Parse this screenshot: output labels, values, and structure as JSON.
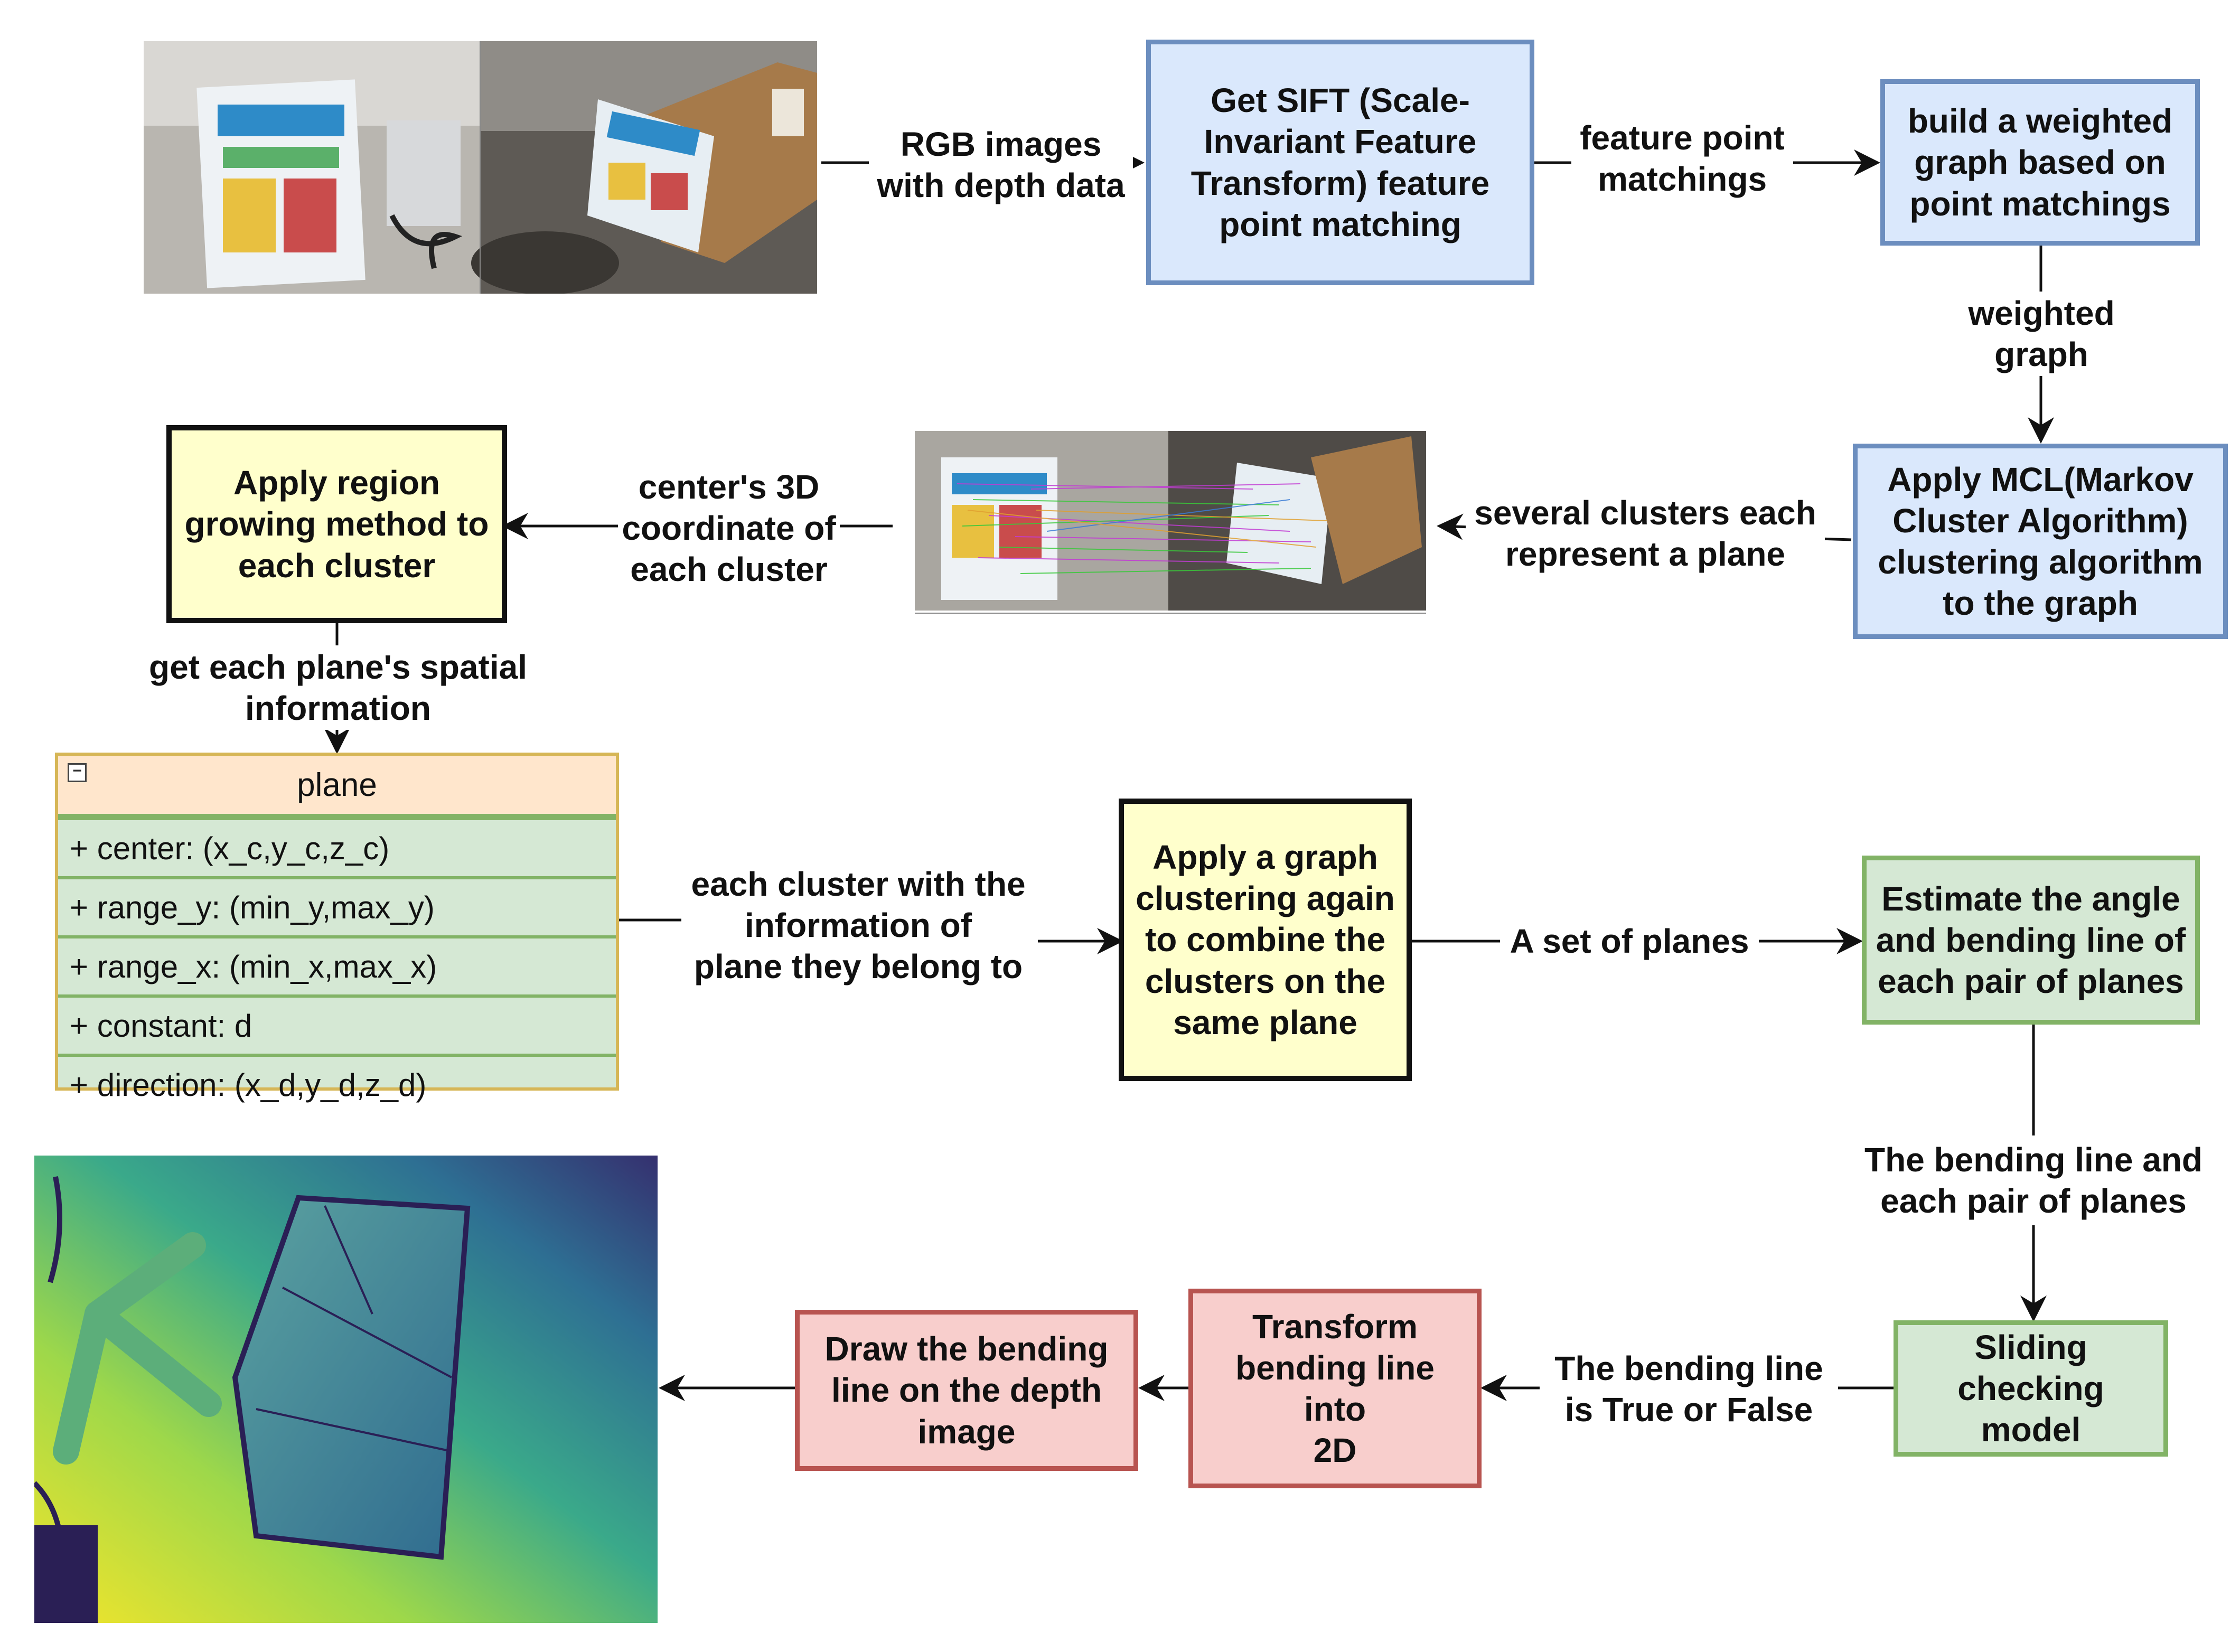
{
  "inputs": {
    "edge_rgb": "RGB images\nwith depth data"
  },
  "nodes": {
    "sift": "Get SIFT (Scale-\nInvariant Feature\nTransform) feature\npoint matching",
    "weighted_graph": "build a weighted\ngraph based on\npoint matchings",
    "mcl": "Apply MCL(Markov\nCluster Algorithm)\nclustering algorithm\nto the graph",
    "region_growing": "Apply region\ngrowing method to\neach cluster",
    "graph_cluster_again": "Apply a graph\nclustering again\nto combine the\nclusters on the\nsame plane",
    "estimate_angle": "Estimate the angle\nand bending line of\neach pair of planes",
    "sliding": "Sliding\nchecking model",
    "transform": "Transform\nbending line into\n2D",
    "draw": "Draw the bending\nline on the depth\nimage"
  },
  "edges": {
    "feature_point_matchings": "feature point\nmatchings",
    "weighted_graph": "weighted\ngraph",
    "several_clusters": "several clusters each\nrepresent a plane",
    "center_3d": "center's 3D\ncoordinate of\neach cluster",
    "spatial_info": "get each plane's spatial\ninformation",
    "cluster_info": "each cluster with the\ninformation of\nplane they belong to",
    "set_of_planes": "A set of planes",
    "bending_line_pairs": "The bending line and\neach pair of planes",
    "true_false": "The bending line\nis True or False"
  },
  "uml": {
    "toggle": "−",
    "class_name": "plane",
    "fields": [
      "+ center: (x_c,y_c,z_c)",
      "+ range_y: (min_y,max_y)",
      "+ range_x: (min_x,max_x)",
      "+ constant: d",
      "+ direction: (x_d,y_d,z_d)"
    ]
  },
  "colors": {
    "blue_fill": "#dae8fc",
    "blue_stroke": "#6c8ebf",
    "yellow_fill": "#ffffcc",
    "green_fill": "#d5e8d4",
    "green_stroke": "#82b366",
    "red_fill": "#f8cecc",
    "red_stroke": "#b85450",
    "uml_header": "#ffe6cc"
  }
}
